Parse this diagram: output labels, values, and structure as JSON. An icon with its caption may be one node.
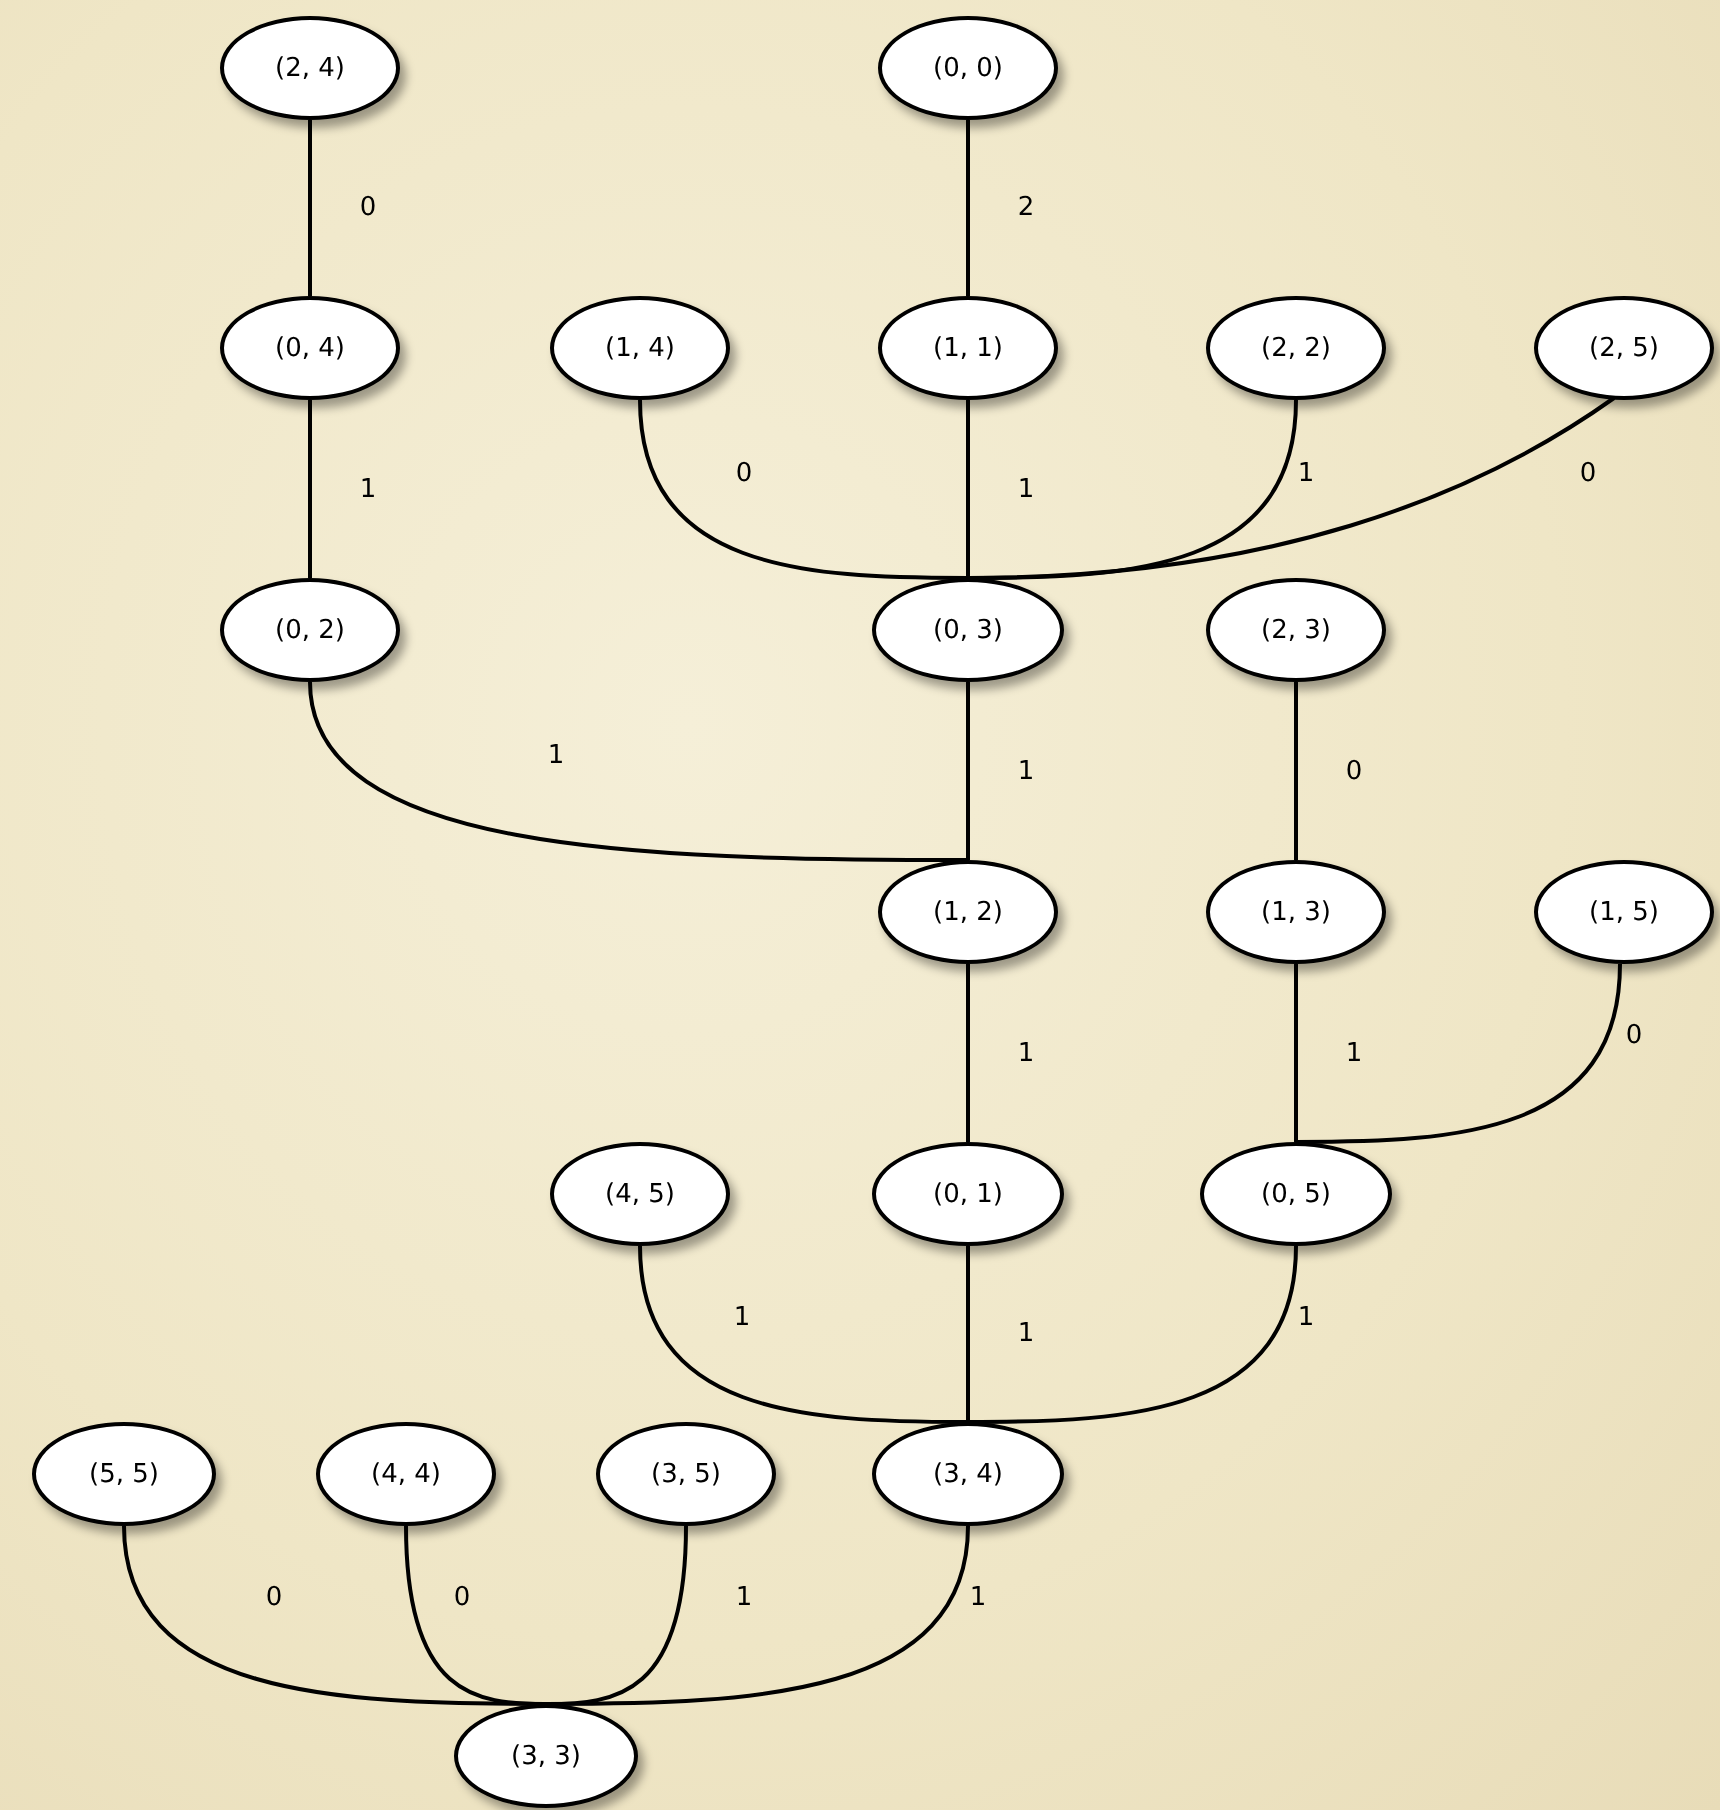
{
  "diagram": {
    "nodes": [
      {
        "text": [
          "(2, 4)"
        ]
      },
      {
        "text": [
          "(0, 0)"
        ]
      },
      {
        "text": [
          "(0, 4)"
        ]
      },
      {
        "text": [
          "(1, 4)"
        ]
      },
      {
        "text": [
          "(1, 1)"
        ]
      },
      {
        "text": [
          "(2, 2)"
        ]
      },
      {
        "text": [
          "(2, 5)"
        ]
      },
      {
        "text": [
          "(0, 2)"
        ]
      },
      {
        "text": [
          "(0, 3)"
        ]
      },
      {
        "text": [
          "(2, 3)"
        ]
      },
      {
        "text": [
          "(1, 2)"
        ]
      },
      {
        "text": [
          "(1, 3)"
        ]
      },
      {
        "text": [
          "(1, 5)"
        ]
      },
      {
        "text": [
          "(4, 5)"
        ]
      },
      {
        "text": [
          "(0, 1)"
        ]
      },
      {
        "text": [
          "(0, 5)"
        ]
      },
      {
        "text": [
          "(5, 5)"
        ]
      },
      {
        "text": [
          "(4, 4)"
        ]
      },
      {
        "text": [
          "(3, 5)"
        ]
      },
      {
        "text": [
          "(3, 4)"
        ]
      },
      {
        "text": [
          "(3, 3)"
        ]
      }
    ],
    "edges": [
      {
        "from": 0,
        "to": 2,
        "arrow": "none",
        "label": "0"
      },
      {
        "from": 1,
        "to": 4,
        "arrow": "none",
        "label": "2"
      },
      {
        "from": 2,
        "to": 7,
        "arrow": "none",
        "label": "1"
      },
      {
        "from": 3,
        "to": 8,
        "arrow": "none",
        "label": "0"
      },
      {
        "from": 4,
        "to": 8,
        "arrow": "none",
        "label": "1"
      },
      {
        "from": 5,
        "to": 8,
        "arrow": "none",
        "label": "1"
      },
      {
        "from": 6,
        "to": 8,
        "arrow": "none",
        "label": "0"
      },
      {
        "from": 7,
        "to": 10,
        "arrow": "none",
        "label": "1"
      },
      {
        "from": 8,
        "to": 10,
        "arrow": "none",
        "label": "1"
      },
      {
        "from": 9,
        "to": 11,
        "arrow": "none",
        "label": "0"
      },
      {
        "from": 10,
        "to": 14,
        "arrow": "none",
        "label": "1"
      },
      {
        "from": 11,
        "to": 15,
        "arrow": "none",
        "label": "1"
      },
      {
        "from": 12,
        "to": 15,
        "arrow": "none",
        "label": "0"
      },
      {
        "from": 13,
        "to": 19,
        "arrow": "none",
        "label": "1"
      },
      {
        "from": 14,
        "to": 19,
        "arrow": "none",
        "label": "1"
      },
      {
        "from": 15,
        "to": 19,
        "arrow": "none",
        "label": "1"
      },
      {
        "from": 16,
        "to": 20,
        "arrow": "none",
        "label": "0"
      },
      {
        "from": 17,
        "to": 20,
        "arrow": "none",
        "label": "0"
      },
      {
        "from": 18,
        "to": 20,
        "arrow": "none",
        "label": "1"
      },
      {
        "from": 19,
        "to": 20,
        "arrow": "none",
        "label": "1"
      }
    ]
  }
}
